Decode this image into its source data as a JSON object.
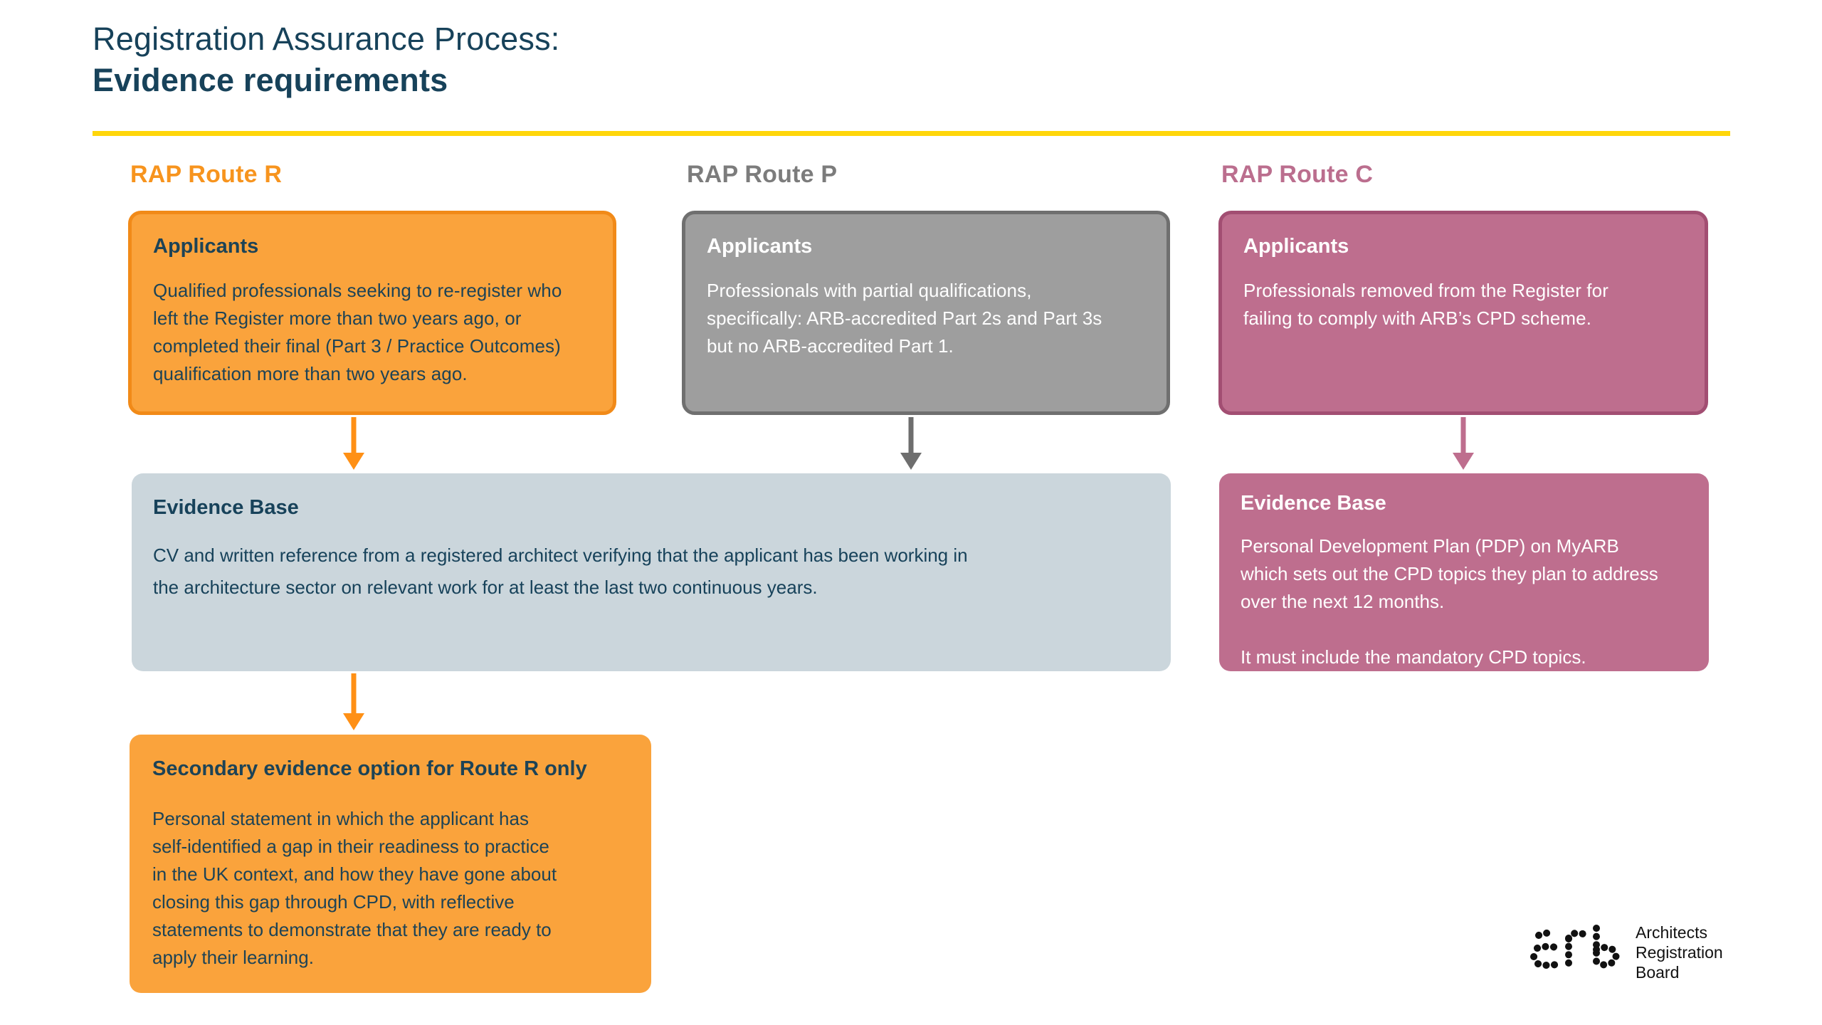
{
  "page": {
    "title_line1": "Registration Assurance Process:",
    "title_line2": "Evidence requirements"
  },
  "columns": [
    {
      "id": "route-r",
      "header": "RAP Route R",
      "applicants": {
        "heading": "Applicants",
        "body": "Qualified professionals seeking to re-register who\nleft the Register more than two years ago, or\ncompleted their final (Part 3 / Practice Outcomes)\nqualification more than two years ago."
      }
    },
    {
      "id": "route-p",
      "header": "RAP Route P",
      "applicants": {
        "heading": "Applicants",
        "body": "Professionals with partial qualifications,\nspecifically: ARB-accredited Part 2s and Part 3s\nbut no ARB-accredited Part 1."
      }
    },
    {
      "id": "route-c",
      "header": "RAP Route C",
      "applicants": {
        "heading": "Applicants",
        "body": "Professionals removed from the Register for\nfailing to comply with ARB’s CPD scheme."
      }
    }
  ],
  "evidence_base_main": {
    "heading": "Evidence Base",
    "body": "CV and written reference from a registered architect verifying that the applicant has been working in\nthe architecture sector on relevant work for at least the last two continuous years."
  },
  "evidence_base_c": {
    "heading": "Evidence Base",
    "body": "Personal Development Plan (PDP) on MyARB\nwhich sets out the CPD topics they plan to address\nover the next 12 months.\n\nIt must include the mandatory CPD topics."
  },
  "secondary_evidence": {
    "heading": "Secondary evidence option for Route R only",
    "body": "Personal statement in which the applicant has\nself-identified a gap in their readiness to practice\nin the UK context, and how they have gone about\nclosing this gap through CPD, with reflective\nstatements to demonstrate that they are ready to\napply their learning."
  },
  "logo": {
    "mark": "arb",
    "line1": "Architects",
    "line2": "Registration",
    "line3": "Board"
  },
  "colors": {
    "navy_text": "#17425A",
    "orange_fill": "#FAA33C",
    "orange_border": "#F18A18",
    "orange_arrow": "#FF9015",
    "gray_fill": "#9E9E9E",
    "gray_border": "#6F6F6F",
    "gray_header_text": "#7C7C7C",
    "gray_arrow": "#6E6E6E",
    "pink_fill": "#BE6E8E",
    "pink_border": "#A24E72",
    "evidence_main_fill": "#CBD6DC",
    "rule_yellow": "#FFD60A",
    "logo_black": "#111111"
  }
}
